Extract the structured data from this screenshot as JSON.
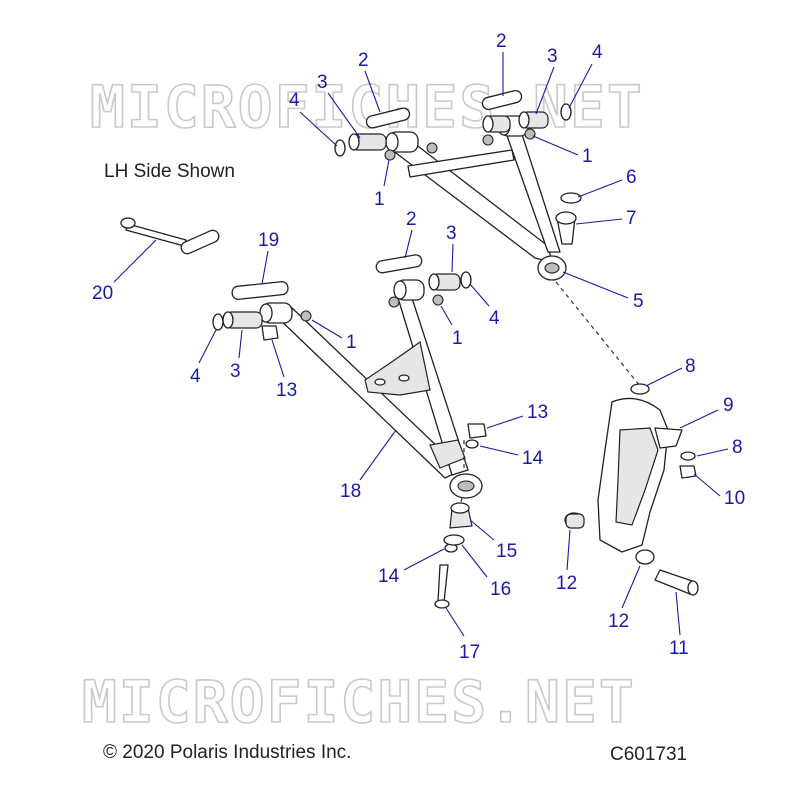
{
  "watermark": {
    "text": "MICROFICHES.NET"
  },
  "side_note": "LH Side Shown",
  "copyright": "© 2020 Polaris Industries Inc.",
  "figure_code": "C601731",
  "callouts": {
    "upper_a_arm": [
      "1",
      "1",
      "2",
      "2",
      "3",
      "3",
      "4",
      "4",
      "5",
      "6",
      "7"
    ],
    "knuckle": [
      "8",
      "8",
      "9",
      "10",
      "11",
      "12",
      "12"
    ],
    "lower_a_arm": [
      "1",
      "1",
      "2",
      "3",
      "3",
      "4",
      "4",
      "13",
      "13",
      "14",
      "14",
      "15",
      "16",
      "17",
      "18",
      "19",
      "20"
    ]
  }
}
